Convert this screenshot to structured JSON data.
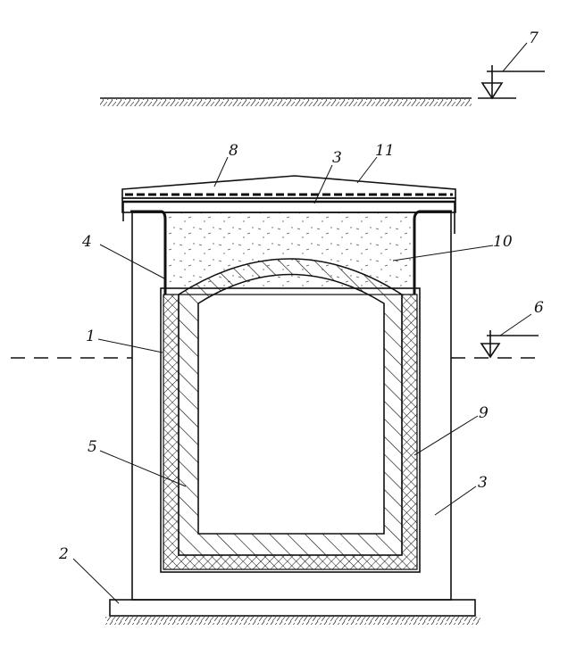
{
  "diagram": {
    "type": "technical cross-section drawing",
    "labels": [
      {
        "id": "label-7-top",
        "text": "7"
      },
      {
        "id": "label-8",
        "text": "8"
      },
      {
        "id": "label-3-top",
        "text": "3"
      },
      {
        "id": "label-11",
        "text": "11"
      },
      {
        "id": "label-4",
        "text": "4"
      },
      {
        "id": "label-10",
        "text": "10"
      },
      {
        "id": "label-1",
        "text": "1"
      },
      {
        "id": "label-6",
        "text": "6"
      },
      {
        "id": "label-5",
        "text": "5"
      },
      {
        "id": "label-9",
        "text": "9"
      },
      {
        "id": "label-3-right",
        "text": "3"
      },
      {
        "id": "label-2",
        "text": "2"
      }
    ],
    "colors": {
      "ink": "#111111",
      "paper": "#ffffff"
    }
  }
}
